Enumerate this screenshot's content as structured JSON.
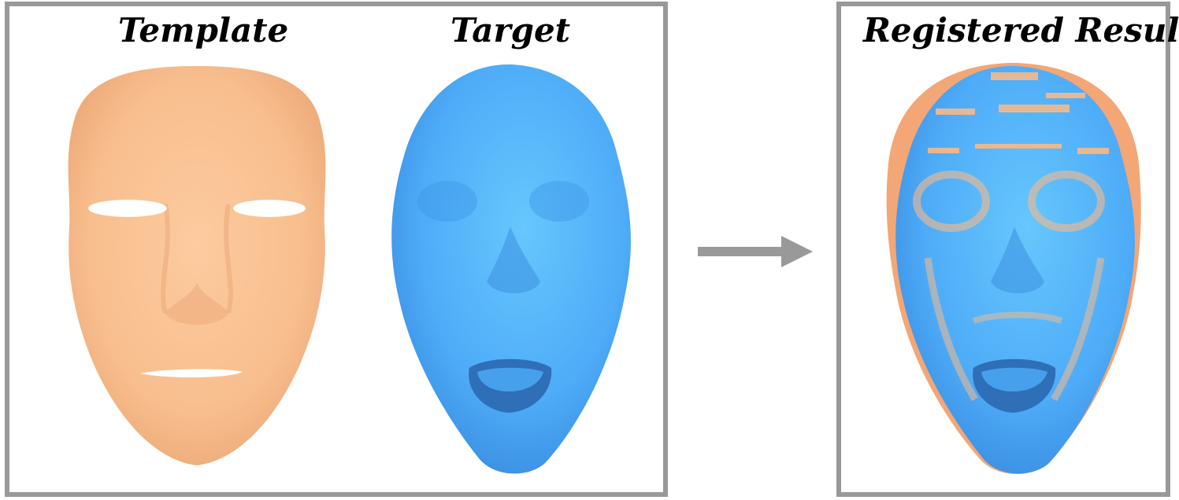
{
  "labels": {
    "template": "Template",
    "target": "Target",
    "registered_result": "Registered Result"
  },
  "colors": {
    "template_mesh": "#F8BE8E",
    "target_mesh": "#4EACF8",
    "frame": "#999999",
    "arrow": "#999999"
  },
  "icons": {
    "arrow": "right-arrow-icon"
  }
}
